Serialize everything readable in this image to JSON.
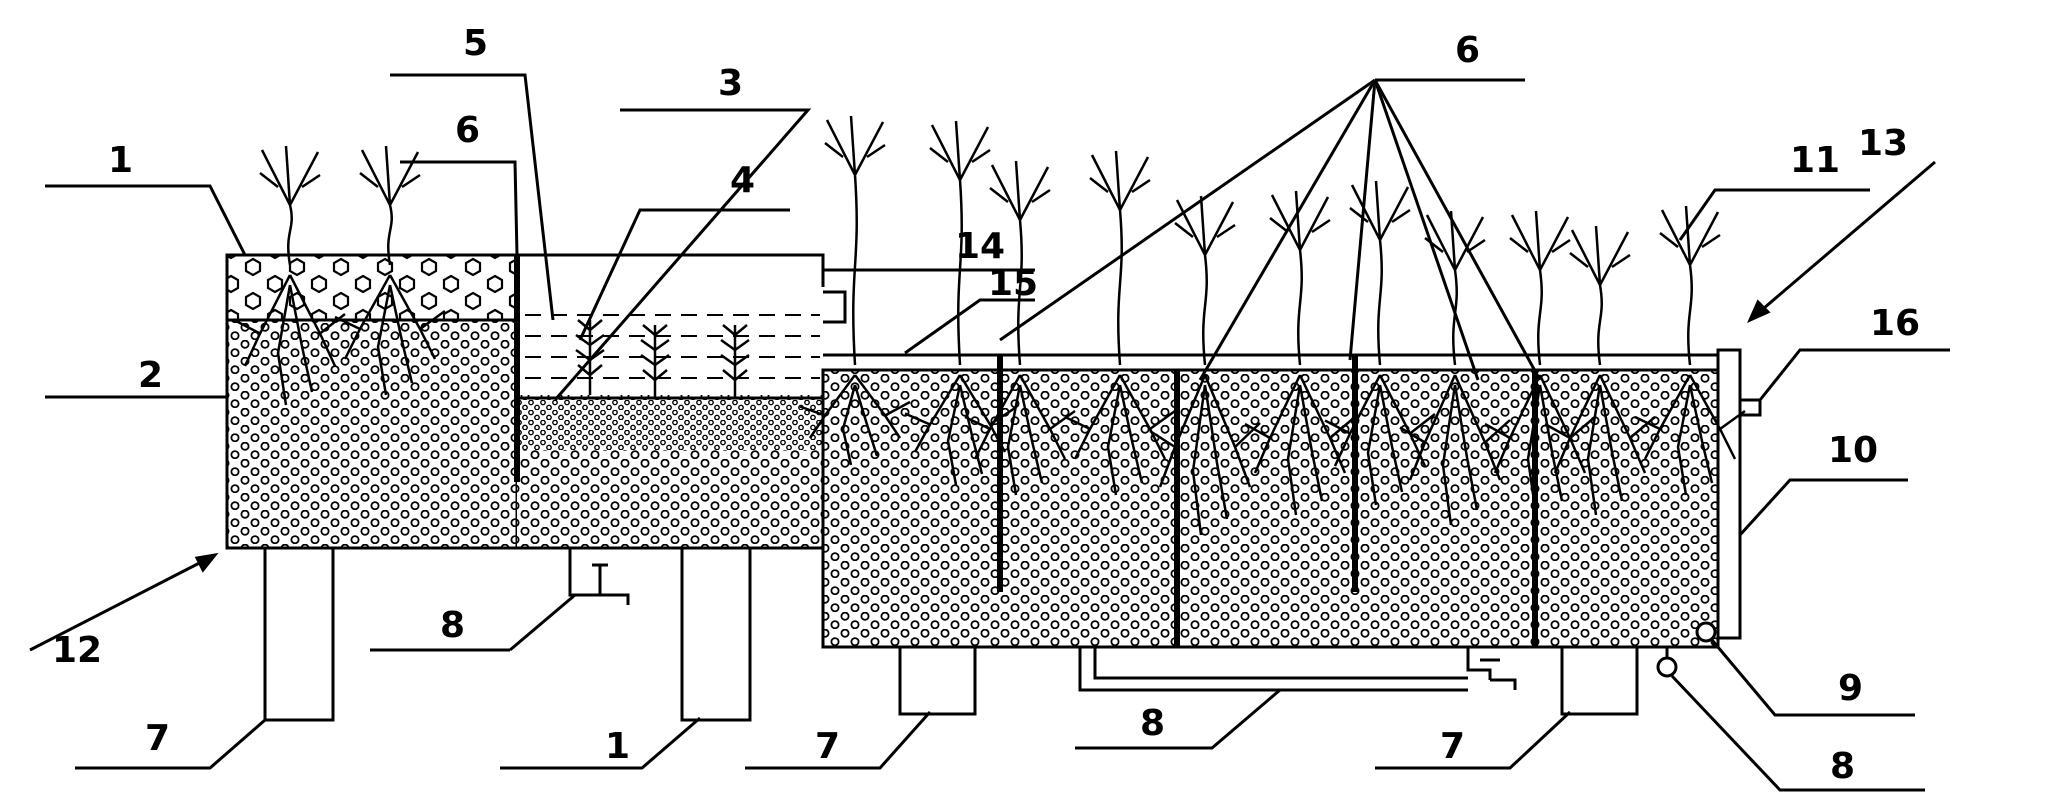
{
  "title": "",
  "labels": {
    "l1_top": "1",
    "l2": "2",
    "l3": "3",
    "l4": "4",
    "l5": "5",
    "l6_left": "6",
    "l6_right": "6",
    "l7_left": "7",
    "l1_bottom": "1",
    "l7_mid": "7",
    "l7_right": "7",
    "l8_left": "8",
    "l8_mid": "8",
    "l8_right": "8",
    "l9": "9",
    "l10": "10",
    "l11": "11",
    "l12": "12",
    "l13": "13",
    "l14": "14",
    "l15": "15",
    "l16": "16"
  }
}
